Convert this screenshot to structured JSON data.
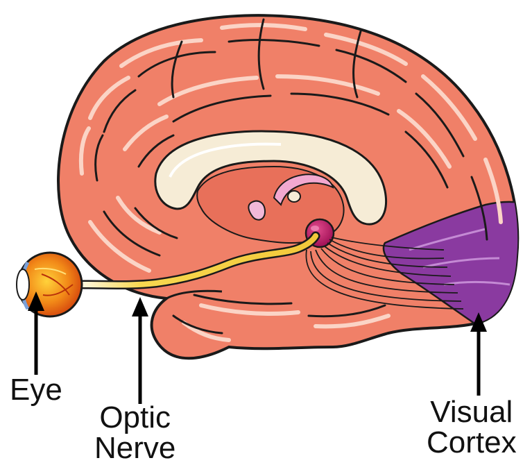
{
  "labels": {
    "eye": "Eye",
    "optic_nerve_line1": "Optic",
    "optic_nerve_line2": "Nerve",
    "visual_cortex_line1": "Visual",
    "visual_cortex_line2": "Cortex"
  },
  "colors": {
    "brain": "#f08068",
    "brain_outline": "#1a1a1a",
    "highlight": "#fbd4c6",
    "corpus_callosum": "#f6ecd6",
    "visual_cortex": "#8a3aa0",
    "optic_nerve": "#f5d046",
    "thalamus": "#b01060",
    "eye_iris": "#e85a10"
  }
}
